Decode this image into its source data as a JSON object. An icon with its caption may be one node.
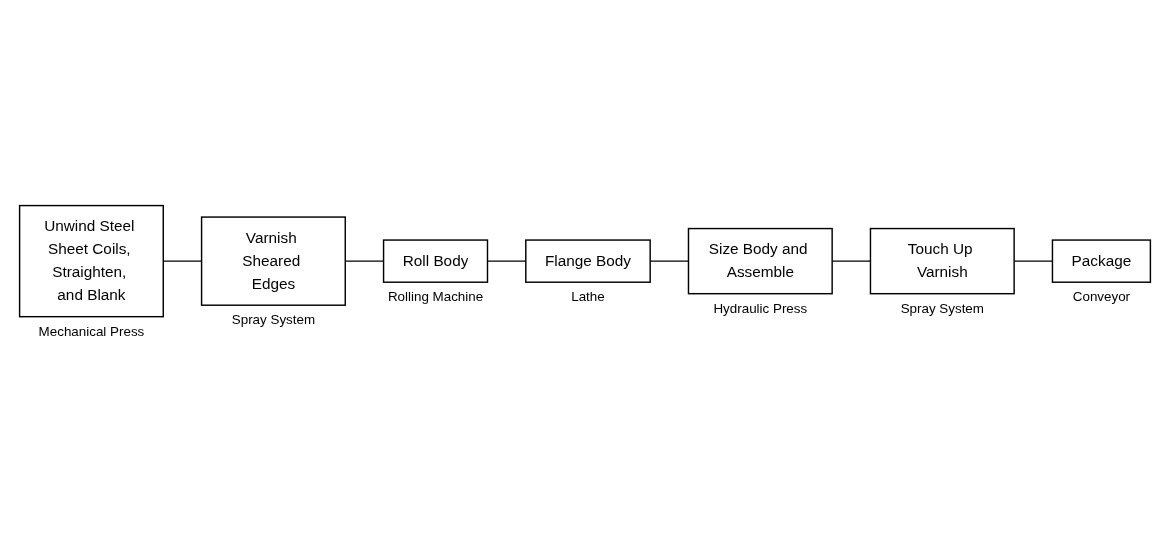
{
  "diagram": {
    "nodes": [
      {
        "text": [
          "Unwind Steel Sheet Coils, Straighten, and Blank"
        ],
        "beside": [
          "Mechanical Press"
        ]
      },
      {
        "text": [
          "Varnish Sheared Edges"
        ],
        "beside": [
          "Spray System"
        ]
      },
      {
        "text": [
          "Roll Body"
        ],
        "beside": [
          "Rolling Machine"
        ]
      },
      {
        "text": [
          "Flange Body"
        ],
        "beside": [
          "Lathe"
        ]
      },
      {
        "text": [
          "Size Body and Assemble"
        ],
        "beside": [
          "Hydraulic Press"
        ]
      },
      {
        "text": [
          "Touch Up Varnish"
        ],
        "beside": [
          "Spray System"
        ]
      },
      {
        "text": [
          "Package"
        ],
        "beside": [
          "Conveyor"
        ]
      }
    ],
    "edges": [
      {
        "from": 0,
        "to": 1,
        "arrow": "none"
      },
      {
        "from": 1,
        "to": 2,
        "arrow": "none"
      },
      {
        "from": 2,
        "to": 3,
        "arrow": "none"
      },
      {
        "from": 3,
        "to": 4,
        "arrow": "none"
      },
      {
        "from": 4,
        "to": 5,
        "arrow": "none"
      },
      {
        "from": 5,
        "to": 6,
        "arrow": "none"
      }
    ]
  }
}
